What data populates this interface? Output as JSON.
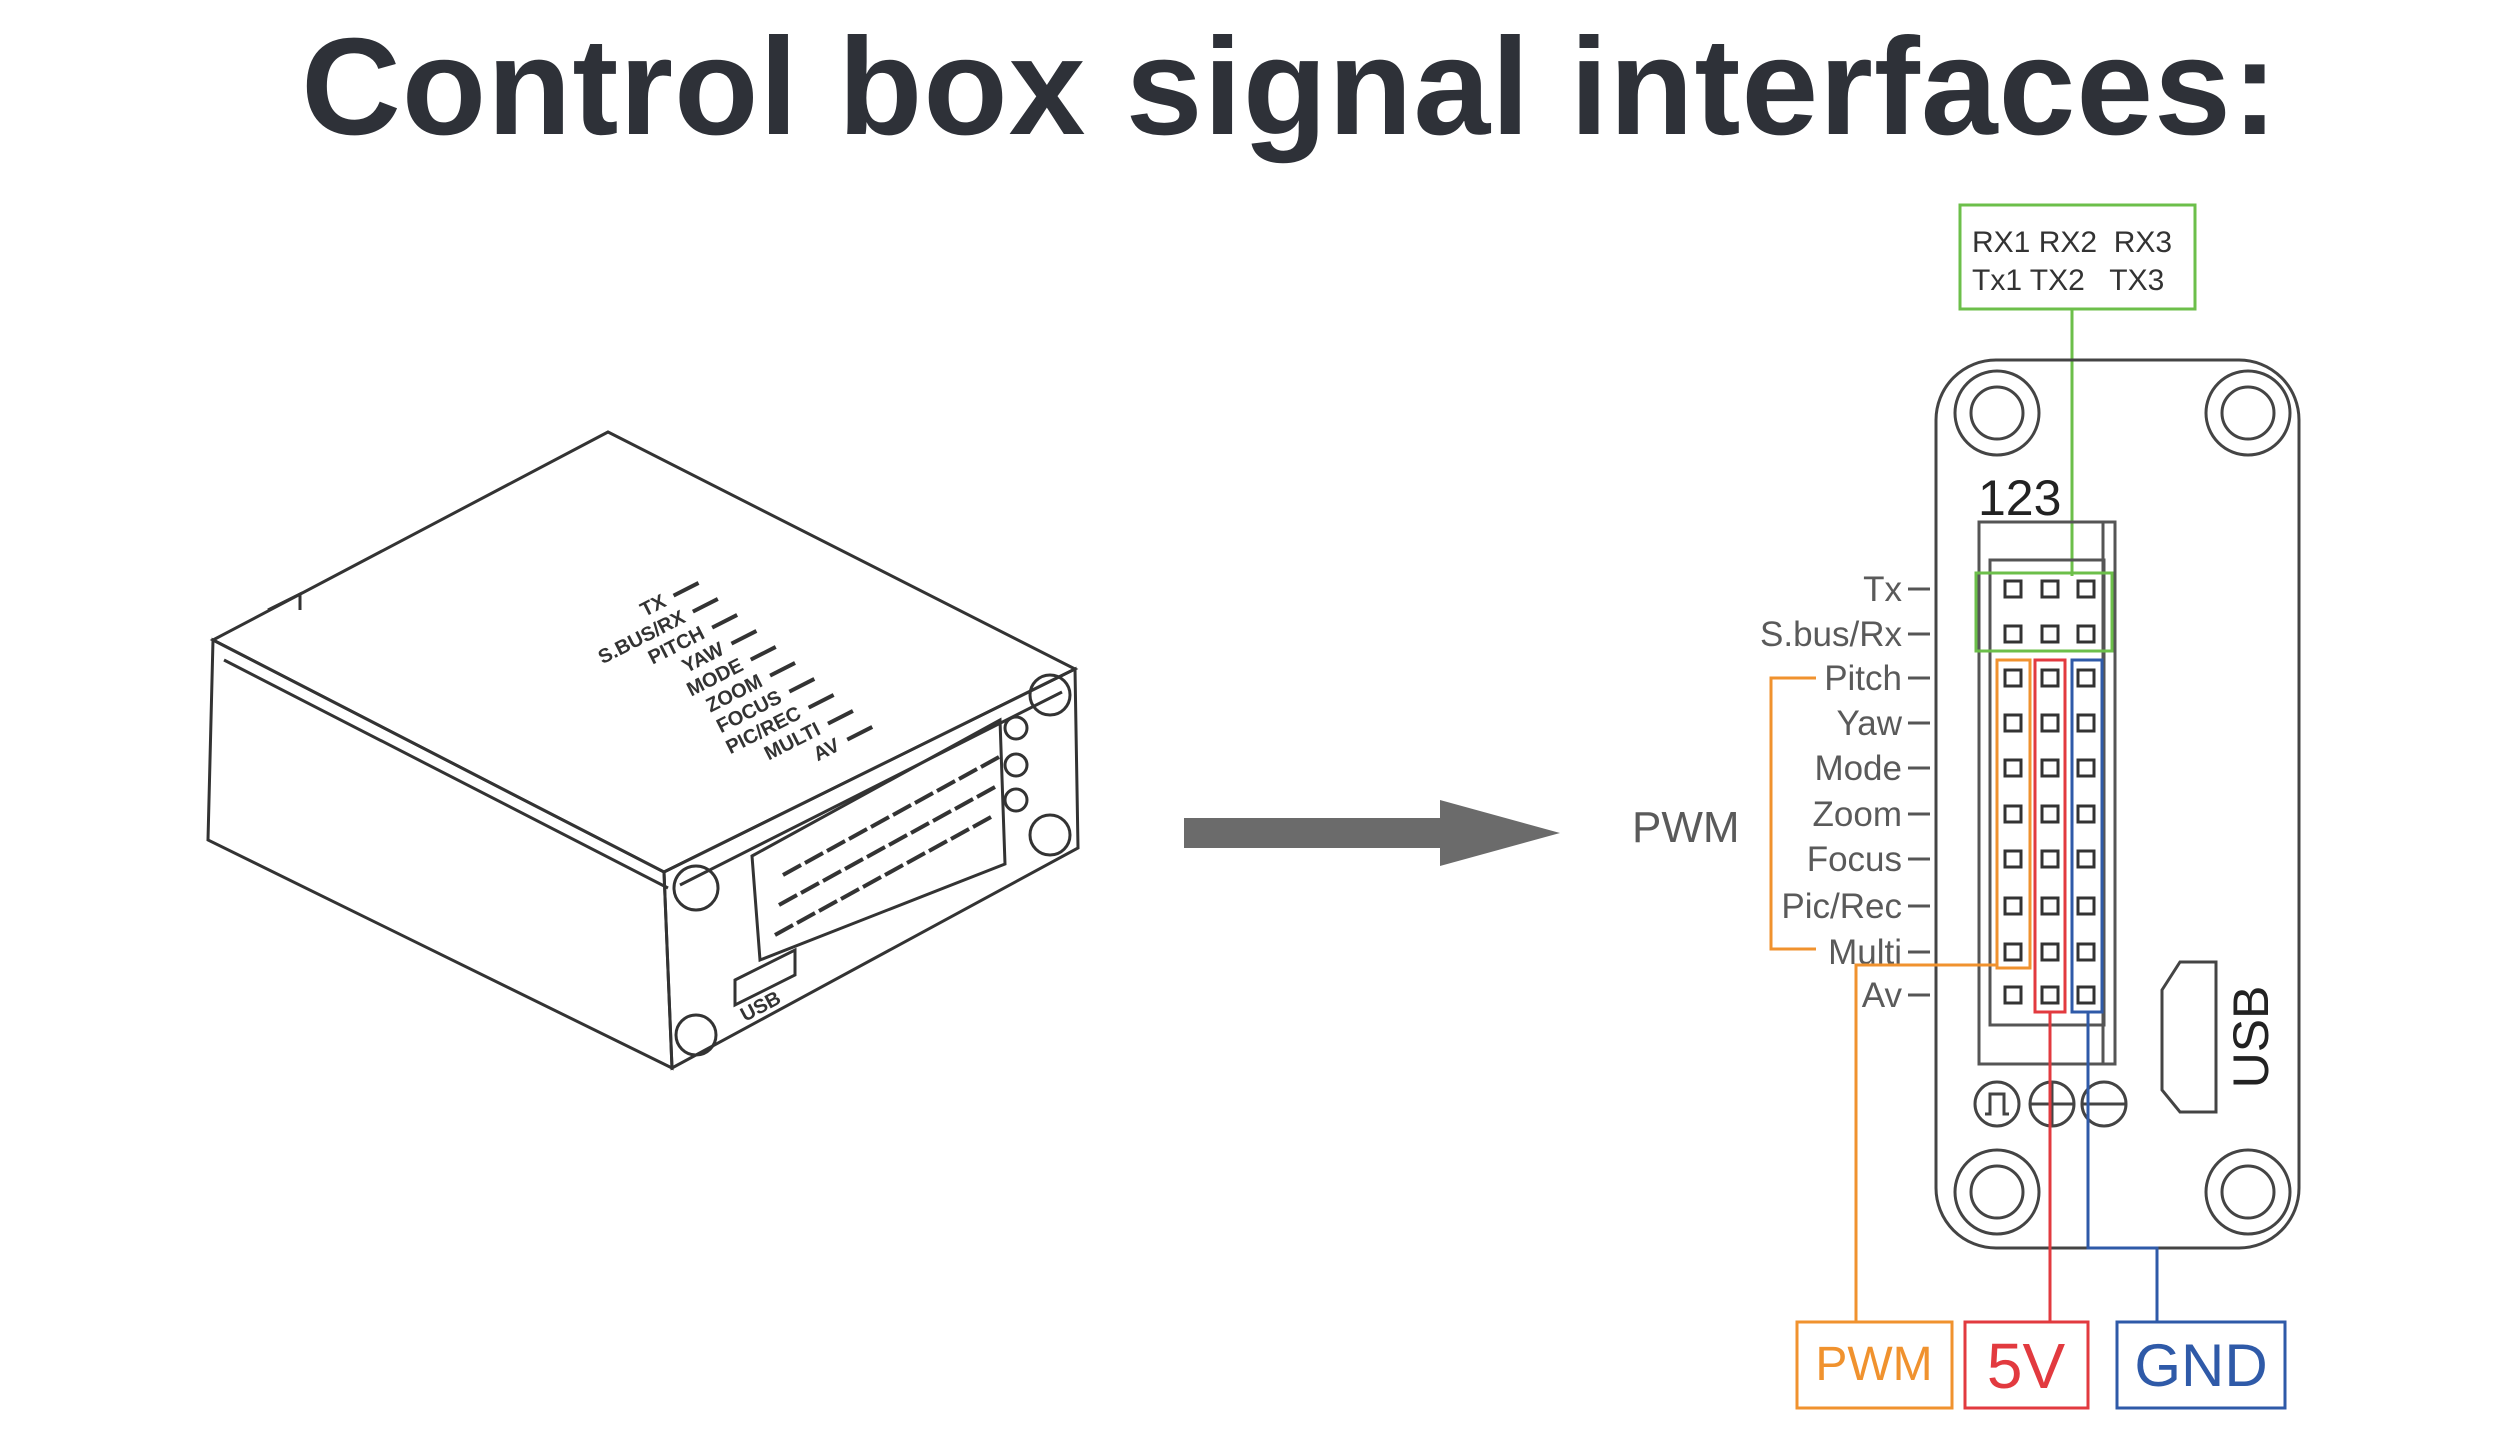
{
  "title": "Control box signal interfaces:",
  "device_labels": [
    "TX",
    "S.BUS/RX",
    "PITCH",
    "YAW",
    "MODE",
    "ZOOM",
    "FOCUS",
    "PIC/REC",
    "MULTI",
    "AV"
  ],
  "device_usb_label": "USB",
  "uart_box": {
    "row1": "RX1 RX2  RX3",
    "row2": "Tx1 TX2   TX3"
  },
  "port_numbers": "123",
  "pin_labels": [
    "Tx",
    "S.bus/Rx",
    "Pitch",
    "Yaw",
    "Mode",
    "Zoom",
    "Focus",
    "Pic/Rec",
    "Multi",
    "Av"
  ],
  "pwm_group_label": "PWM",
  "usb_label": "USB",
  "outputs": {
    "pwm": "PWM",
    "power": "5V",
    "ground": "GND"
  },
  "colors": {
    "uart": "#6cbf4a",
    "pwm": "#f0922e",
    "power": "#e23a3f",
    "ground": "#2f5aa8",
    "arrow": "#6b6b6b",
    "title": "#2e3138"
  }
}
